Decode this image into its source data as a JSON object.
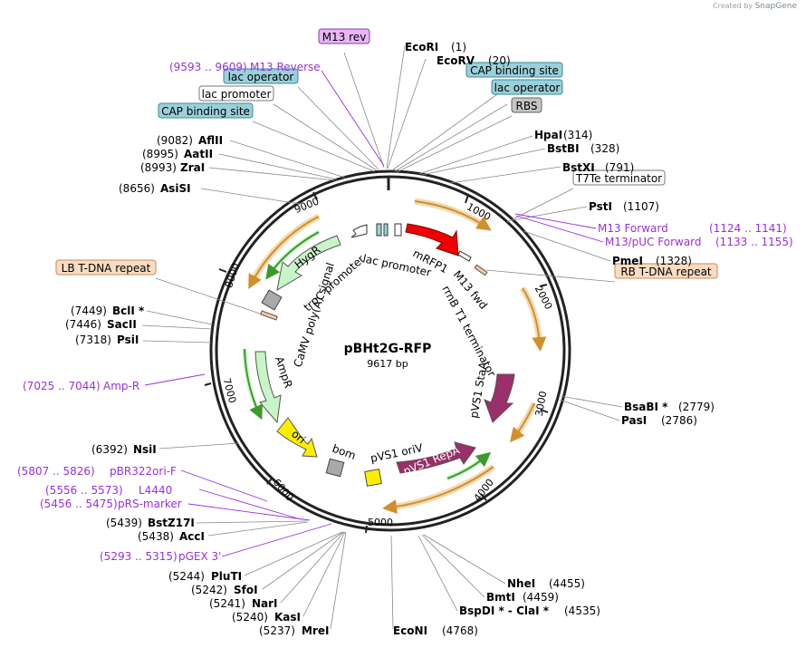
{
  "branding": {
    "created_by": "Created by",
    "app": "SnapGene"
  },
  "plasmid": {
    "name": "pBHt2G-RFP",
    "length": "9617 bp"
  },
  "ticks": [
    "1000",
    "2000",
    "3000",
    "4000",
    "5000",
    "6000",
    "7000",
    "8000",
    "9000"
  ],
  "boxed_labels": [
    {
      "text": "M13 rev",
      "style": "purple"
    },
    {
      "text": "lac operator",
      "style": "teal"
    },
    {
      "text": "lac promoter",
      "style": "white"
    },
    {
      "text": "CAP binding site",
      "style": "teal"
    },
    {
      "text": "CAP binding site",
      "style": "teal"
    },
    {
      "text": "lac operator",
      "style": "teal"
    },
    {
      "text": "RBS",
      "style": "gray"
    },
    {
      "text": "T7Te terminator",
      "style": "white"
    },
    {
      "text": "LB T-DNA repeat",
      "style": "peach"
    },
    {
      "text": "RB T-DNA repeat",
      "style": "peach"
    }
  ],
  "enzymes": [
    {
      "name": "EcoRI",
      "pos": "(1)"
    },
    {
      "name": "EcoRV",
      "pos": "(20)"
    },
    {
      "name": "HpaI",
      "pos": "(314)"
    },
    {
      "name": "BstBI",
      "pos": "(328)"
    },
    {
      "name": "BstXI",
      "pos": "(791)"
    },
    {
      "name": "PstI",
      "pos": "(1107)"
    },
    {
      "name": "PmeI",
      "pos": "(1328)"
    },
    {
      "name": "BsaBI *",
      "pos": "(2779)"
    },
    {
      "name": "PasI",
      "pos": "(2786)"
    },
    {
      "name": "NheI",
      "pos": "(4455)"
    },
    {
      "name": "BmtI",
      "pos": "(4459)"
    },
    {
      "name": "BspDI *  -  ClaI *",
      "pos": "(4535)"
    },
    {
      "name": "EcoNI",
      "pos": "(4768)"
    },
    {
      "name": "MreI",
      "pos": "(5237)"
    },
    {
      "name": "KasI",
      "pos": "(5240)"
    },
    {
      "name": "NarI",
      "pos": "(5241)"
    },
    {
      "name": "SfoI",
      "pos": "(5242)"
    },
    {
      "name": "PluTI",
      "pos": "(5244)"
    },
    {
      "name": "AccI",
      "pos": "(5438)"
    },
    {
      "name": "BstZ17I",
      "pos": "(5439)"
    },
    {
      "name": "NsiI",
      "pos": "(6392)"
    },
    {
      "name": "PsiI",
      "pos": "(7318)"
    },
    {
      "name": "SacII",
      "pos": "(7446)"
    },
    {
      "name": "BclI *",
      "pos": "(7449)"
    },
    {
      "name": "AsiSI",
      "pos": "(8656)"
    },
    {
      "name": "ZraI",
      "pos": "(8993)"
    },
    {
      "name": "AatII",
      "pos": "(8995)"
    },
    {
      "name": "AflII",
      "pos": "(9082)"
    }
  ],
  "primers": [
    {
      "range": "(9593 .. 9609)",
      "name": "M13 Reverse"
    },
    {
      "range": "(1124 .. 1141)",
      "name": "M13 Forward"
    },
    {
      "range": "(1133 .. 1155)",
      "name": "M13/pUC Forward"
    },
    {
      "range": "(7025 .. 7044)",
      "name": "Amp-R"
    },
    {
      "range": "(5807 .. 5826)",
      "name": "pBR322ori-F"
    },
    {
      "range": "(5556 .. 5573)",
      "name": "L4440"
    },
    {
      "range": "(5456 .. 5475)",
      "name": "pRS-marker"
    },
    {
      "range": "(5293 .. 5315)",
      "name": "pGEX 3'"
    }
  ],
  "inner_features": {
    "mRFP1": "mRFP1",
    "M13_fwd": "M13 fwd",
    "rrnB": "rrnB T1 terminator",
    "pVS1_StaA": "pVS1 StaA",
    "pVS1_RepA": "pVS1 RepA",
    "pVS1_oriV": "pVS1 oriV",
    "bom": "bom",
    "ori": "ori",
    "AmpR": "AmpR",
    "CaMV": "CaMV poly(A) signal",
    "trpC": "trpC promoter",
    "HygR": "HygR",
    "lac_promoter": "lac promoter"
  },
  "colors": {
    "mRFP1": "#f00000",
    "HygR": "#c7f5c7",
    "AmpR": "#c7f5c7",
    "ori": "#ffee00",
    "RepA": "#9a2f6a",
    "StaA": "#9a2f6a",
    "primer": "#9b30d9",
    "orange_arc": "#e6a24a",
    "green_arc": "#3a9a2a"
  }
}
